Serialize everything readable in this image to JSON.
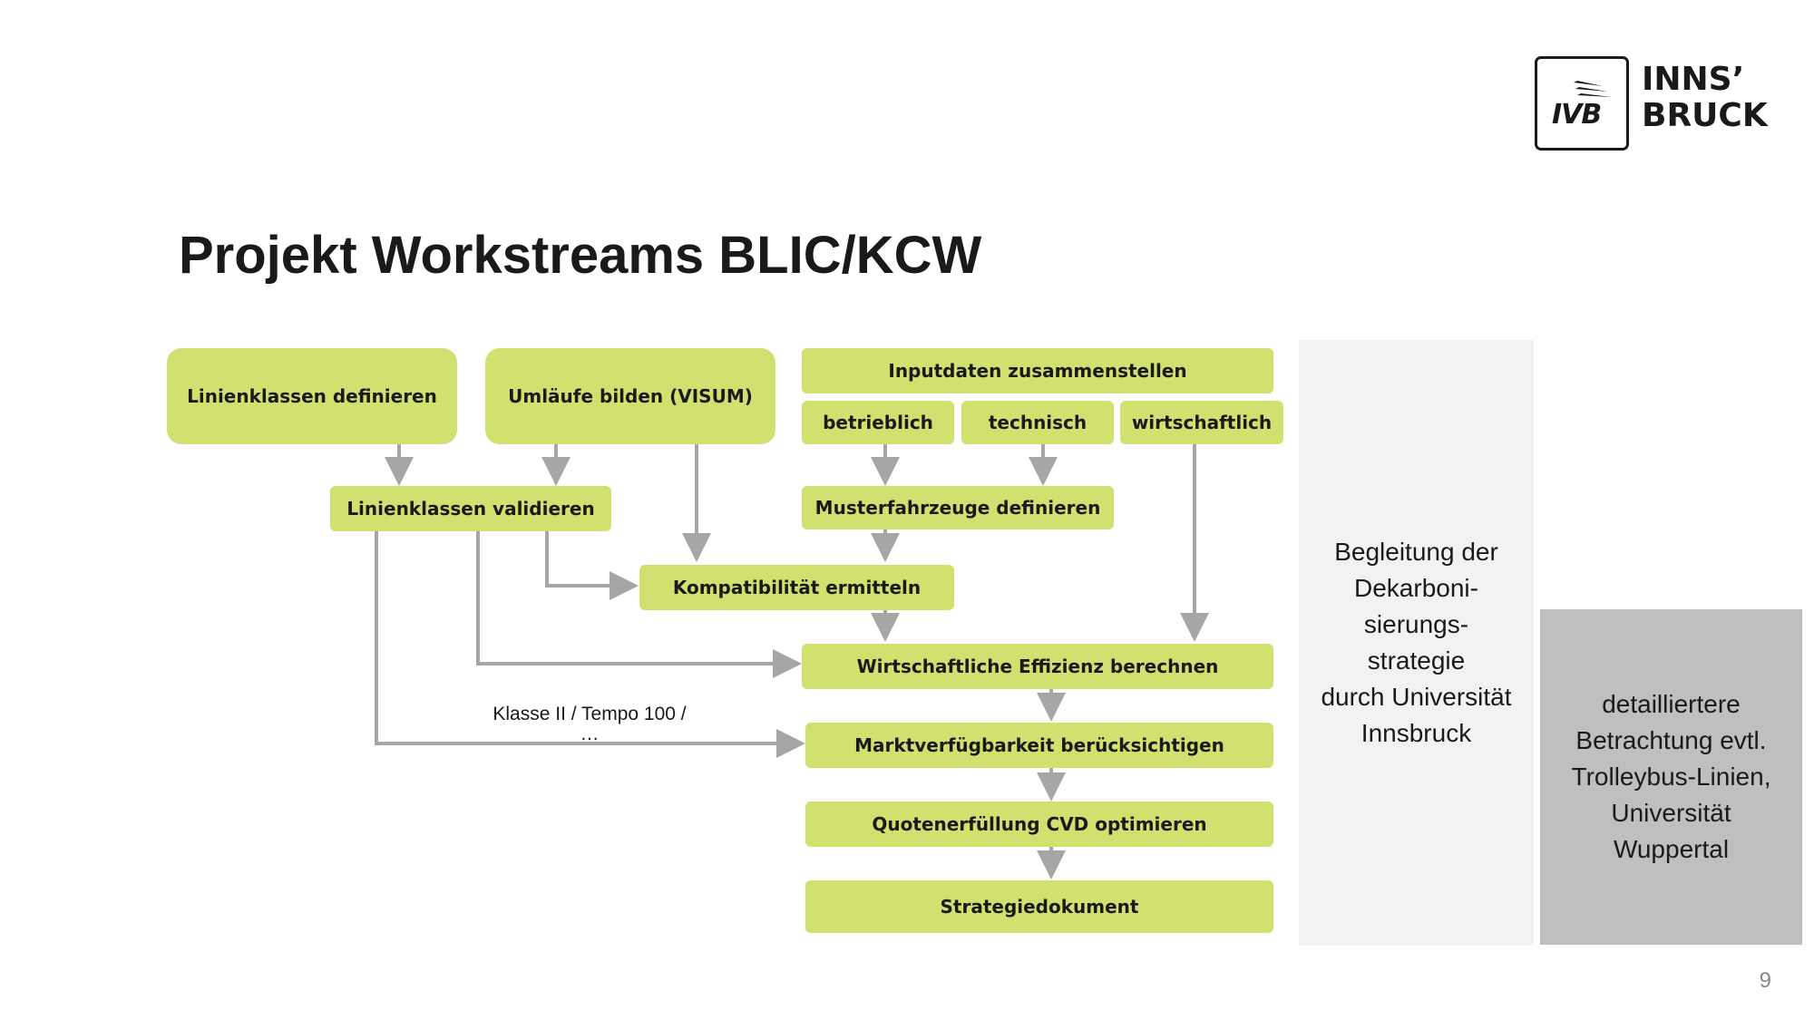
{
  "title": "Projekt Workstreams BLIC/KCW",
  "logo": {
    "badge": "IVB",
    "line1": "INNS’",
    "line2": "BRUCK"
  },
  "boxes": {
    "linienklassen_definieren": "Linienklassen definieren",
    "umlaeufe_bilden": "Umläufe bilden (VISUM)",
    "inputdaten": "Inputdaten zusammenstellen",
    "betrieblich": "betrieblich",
    "technisch": "technisch",
    "wirtschaftlich": "wirtschaftlich",
    "linienklassen_validieren": "Linienklassen validieren",
    "musterfahrzeuge": "Musterfahrzeuge definieren",
    "kompatibilitaet": "Kompatibilität ermitteln",
    "effizienz": "Wirtschaftliche Effizienz berechnen",
    "marktverfuegbarkeit": "Marktverfügbarkeit berücksichtigen",
    "quotenerfuellung": "Quotenerfüllung CVD optimieren",
    "strategiedokument": "Strategiedokument"
  },
  "note": {
    "line1": "Klasse II / Tempo 100 /",
    "line2": "…"
  },
  "panels": {
    "uni_innsbruck": [
      "Begleitung der",
      "Dekarboni-",
      "sierungs-",
      "strategie",
      "durch Universität",
      "Innsbruck"
    ],
    "uni_wuppertal": [
      "detailliertere",
      "Betrachtung evtl.",
      "Trolleybus-Linien,",
      "Universität",
      "Wuppertal"
    ]
  },
  "colors": {
    "box": "#d1e06f",
    "arrow": "#a6a6a6",
    "panel_light": "#f2f2f2",
    "panel_dark": "#bfbfbf"
  },
  "page_number": "9"
}
